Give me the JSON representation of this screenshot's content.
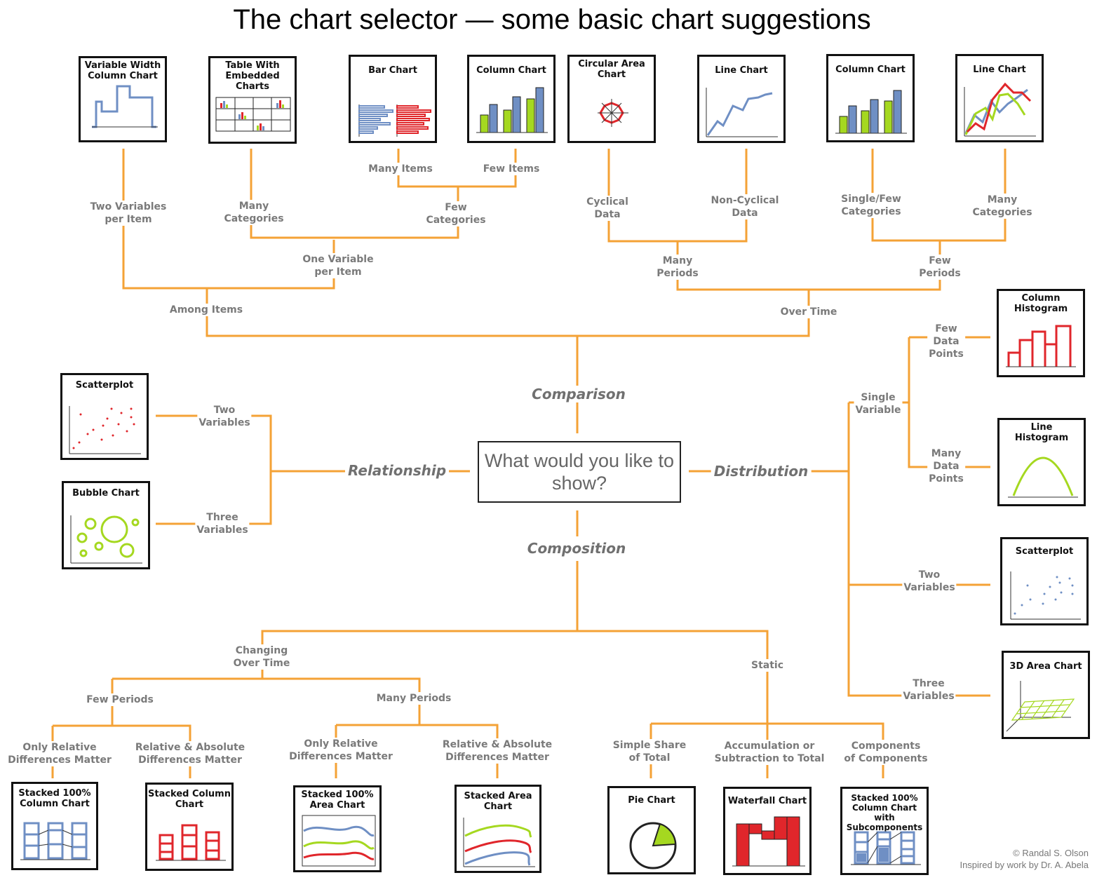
{
  "title": "The chart selector — some basic chart suggestions",
  "center_question": "What would you like to show?",
  "categories": {
    "comparison": "Comparison",
    "relationship": "Relationship",
    "distribution": "Distribution",
    "composition": "Composition"
  },
  "labels": {
    "two_variables_per_item": "Two Variables\nper Item",
    "many_categories_a": "Many\nCategories",
    "many_items": "Many Items",
    "few_items": "Few Items",
    "few_categories_a": "Few\nCategories",
    "one_variable_per_item": "One Variable\nper Item",
    "among_items": "Among Items",
    "cyclical_data": "Cyclical\nData",
    "non_cyclical_data": "Non-Cyclical\nData",
    "single_few_categories": "Single/Few\nCategories",
    "many_categories_b": "Many\nCategories",
    "many_periods_top": "Many\nPeriods",
    "few_periods_top": "Few\nPeriods",
    "over_time": "Over Time",
    "two_variables_rel": "Two\nVariables",
    "three_variables_rel": "Three\nVariables",
    "few_data_points": "Few\nData\nPoints",
    "single_variable": "Single\nVariable",
    "many_data_points": "Many\nData\nPoints",
    "two_variables_dist": "Two\nVariables",
    "three_variables_dist": "Three\nVariables",
    "changing_over_time": "Changing\nOver Time",
    "static": "Static",
    "few_periods_bottom": "Few Periods",
    "many_periods_bottom": "Many Periods",
    "only_relative_a": "Only Relative\nDifferences Matter",
    "relative_absolute_a": "Relative & Absolute\nDifferences Matter",
    "only_relative_b": "Only Relative\nDifferences Matter",
    "relative_absolute_b": "Relative & Absolute\nDifferences Matter",
    "simple_share": "Simple Share\nof Total",
    "accumulation": "Accumulation or\nSubtraction to Total",
    "components": "Components\nof Components"
  },
  "charts": {
    "variable_width_column": "Variable Width\nColumn Chart",
    "table_embedded": "Table With\nEmbedded Charts",
    "bar_chart": "Bar Chart",
    "column_chart_a": "Column Chart",
    "circular_area": "Circular Area\nChart",
    "line_chart_a": "Line Chart",
    "column_chart_b": "Column Chart",
    "line_chart_b": "Line Chart",
    "column_histogram": "Column\nHistogram",
    "line_histogram": "Line\nHistogram",
    "scatterplot_dist": "Scatterplot",
    "area_3d": "3D Area Chart",
    "scatterplot_rel": "Scatterplot",
    "bubble_chart": "Bubble Chart",
    "stacked_100_column": "Stacked 100%\nColumn Chart",
    "stacked_column": "Stacked Column\nChart",
    "stacked_100_area": "Stacked 100%\nArea Chart",
    "stacked_area": "Stacked Area\nChart",
    "pie_chart": "Pie Chart",
    "waterfall_chart": "Waterfall Chart",
    "stacked_100_subcomponents": "Stacked 100%\nColumn Chart with\nSubcomponents"
  },
  "credit": {
    "line1": "© Randal S. Olson",
    "line2": "Inspired by work by Dr. A. Abela"
  },
  "colors": {
    "connector": "#F4A236",
    "blue": "#6F8FC4",
    "red": "#E0262B",
    "green": "#A5D820"
  }
}
